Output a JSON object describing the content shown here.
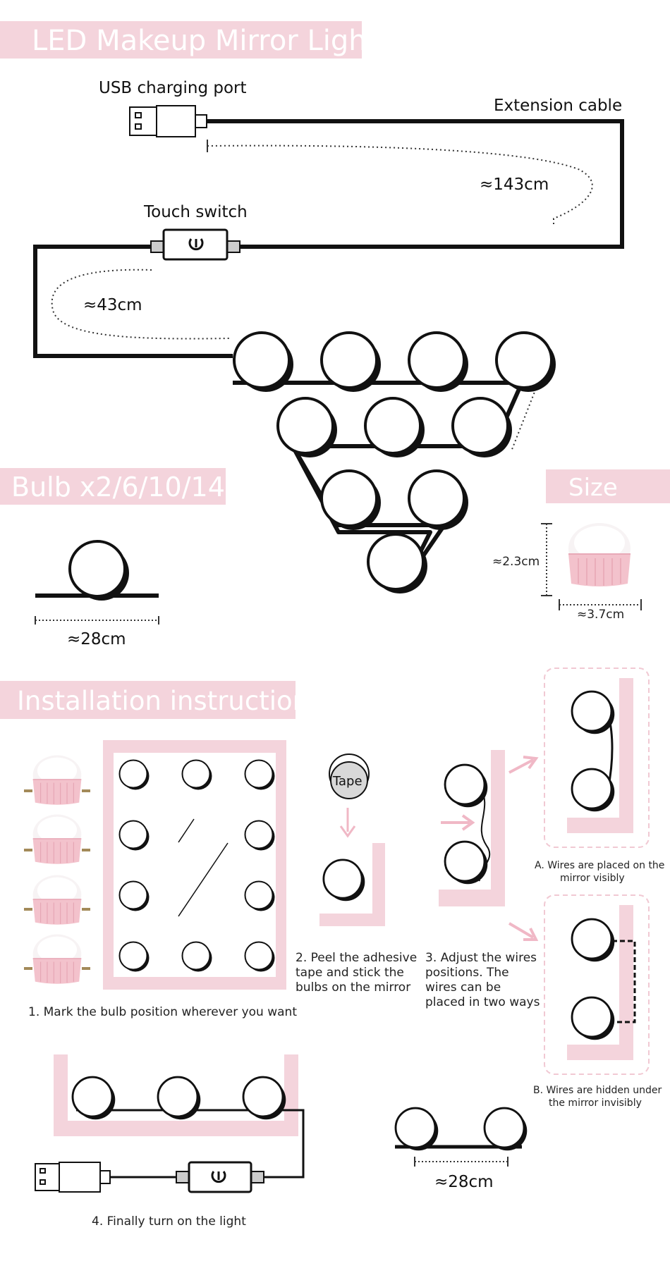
{
  "colors": {
    "pink": "#f4d4dc",
    "pink_dash": "#f1c9d3",
    "bulb_base": "#f3c2cc",
    "line": "#111111"
  },
  "sections": {
    "led_title": "LED Makeup Mirror Light",
    "bulb_title": "Bulb x2/6/10/14",
    "size_title": "Size",
    "install_title": "Installation instruction"
  },
  "labels": {
    "usb_port": "USB charging port",
    "extension_cable": "Extension cable",
    "touch_switch": "Touch switch",
    "len_143": "≈143cm",
    "len_43": "≈43cm",
    "len_28": "≈28cm",
    "size_height": "≈2.3cm",
    "size_width": "≈3.7cm",
    "tape": "Tape"
  },
  "steps": {
    "step1": "1. Mark the bulb position wherever you want",
    "step2": [
      "2. Peel the adhesive",
      "tape and stick the",
      "bulbs on the mirror"
    ],
    "step3": [
      "3. Adjust the wires",
      "positions. The",
      "wires can be",
      "placed in two ways"
    ],
    "step4": "4. Finally turn on the light",
    "option_a": [
      "A. Wires are placed on the",
      "mirror visibly"
    ],
    "option_b": [
      "B. Wires are hidden under",
      "the mirror invisibly"
    ],
    "bottom_len": "≈28cm"
  }
}
